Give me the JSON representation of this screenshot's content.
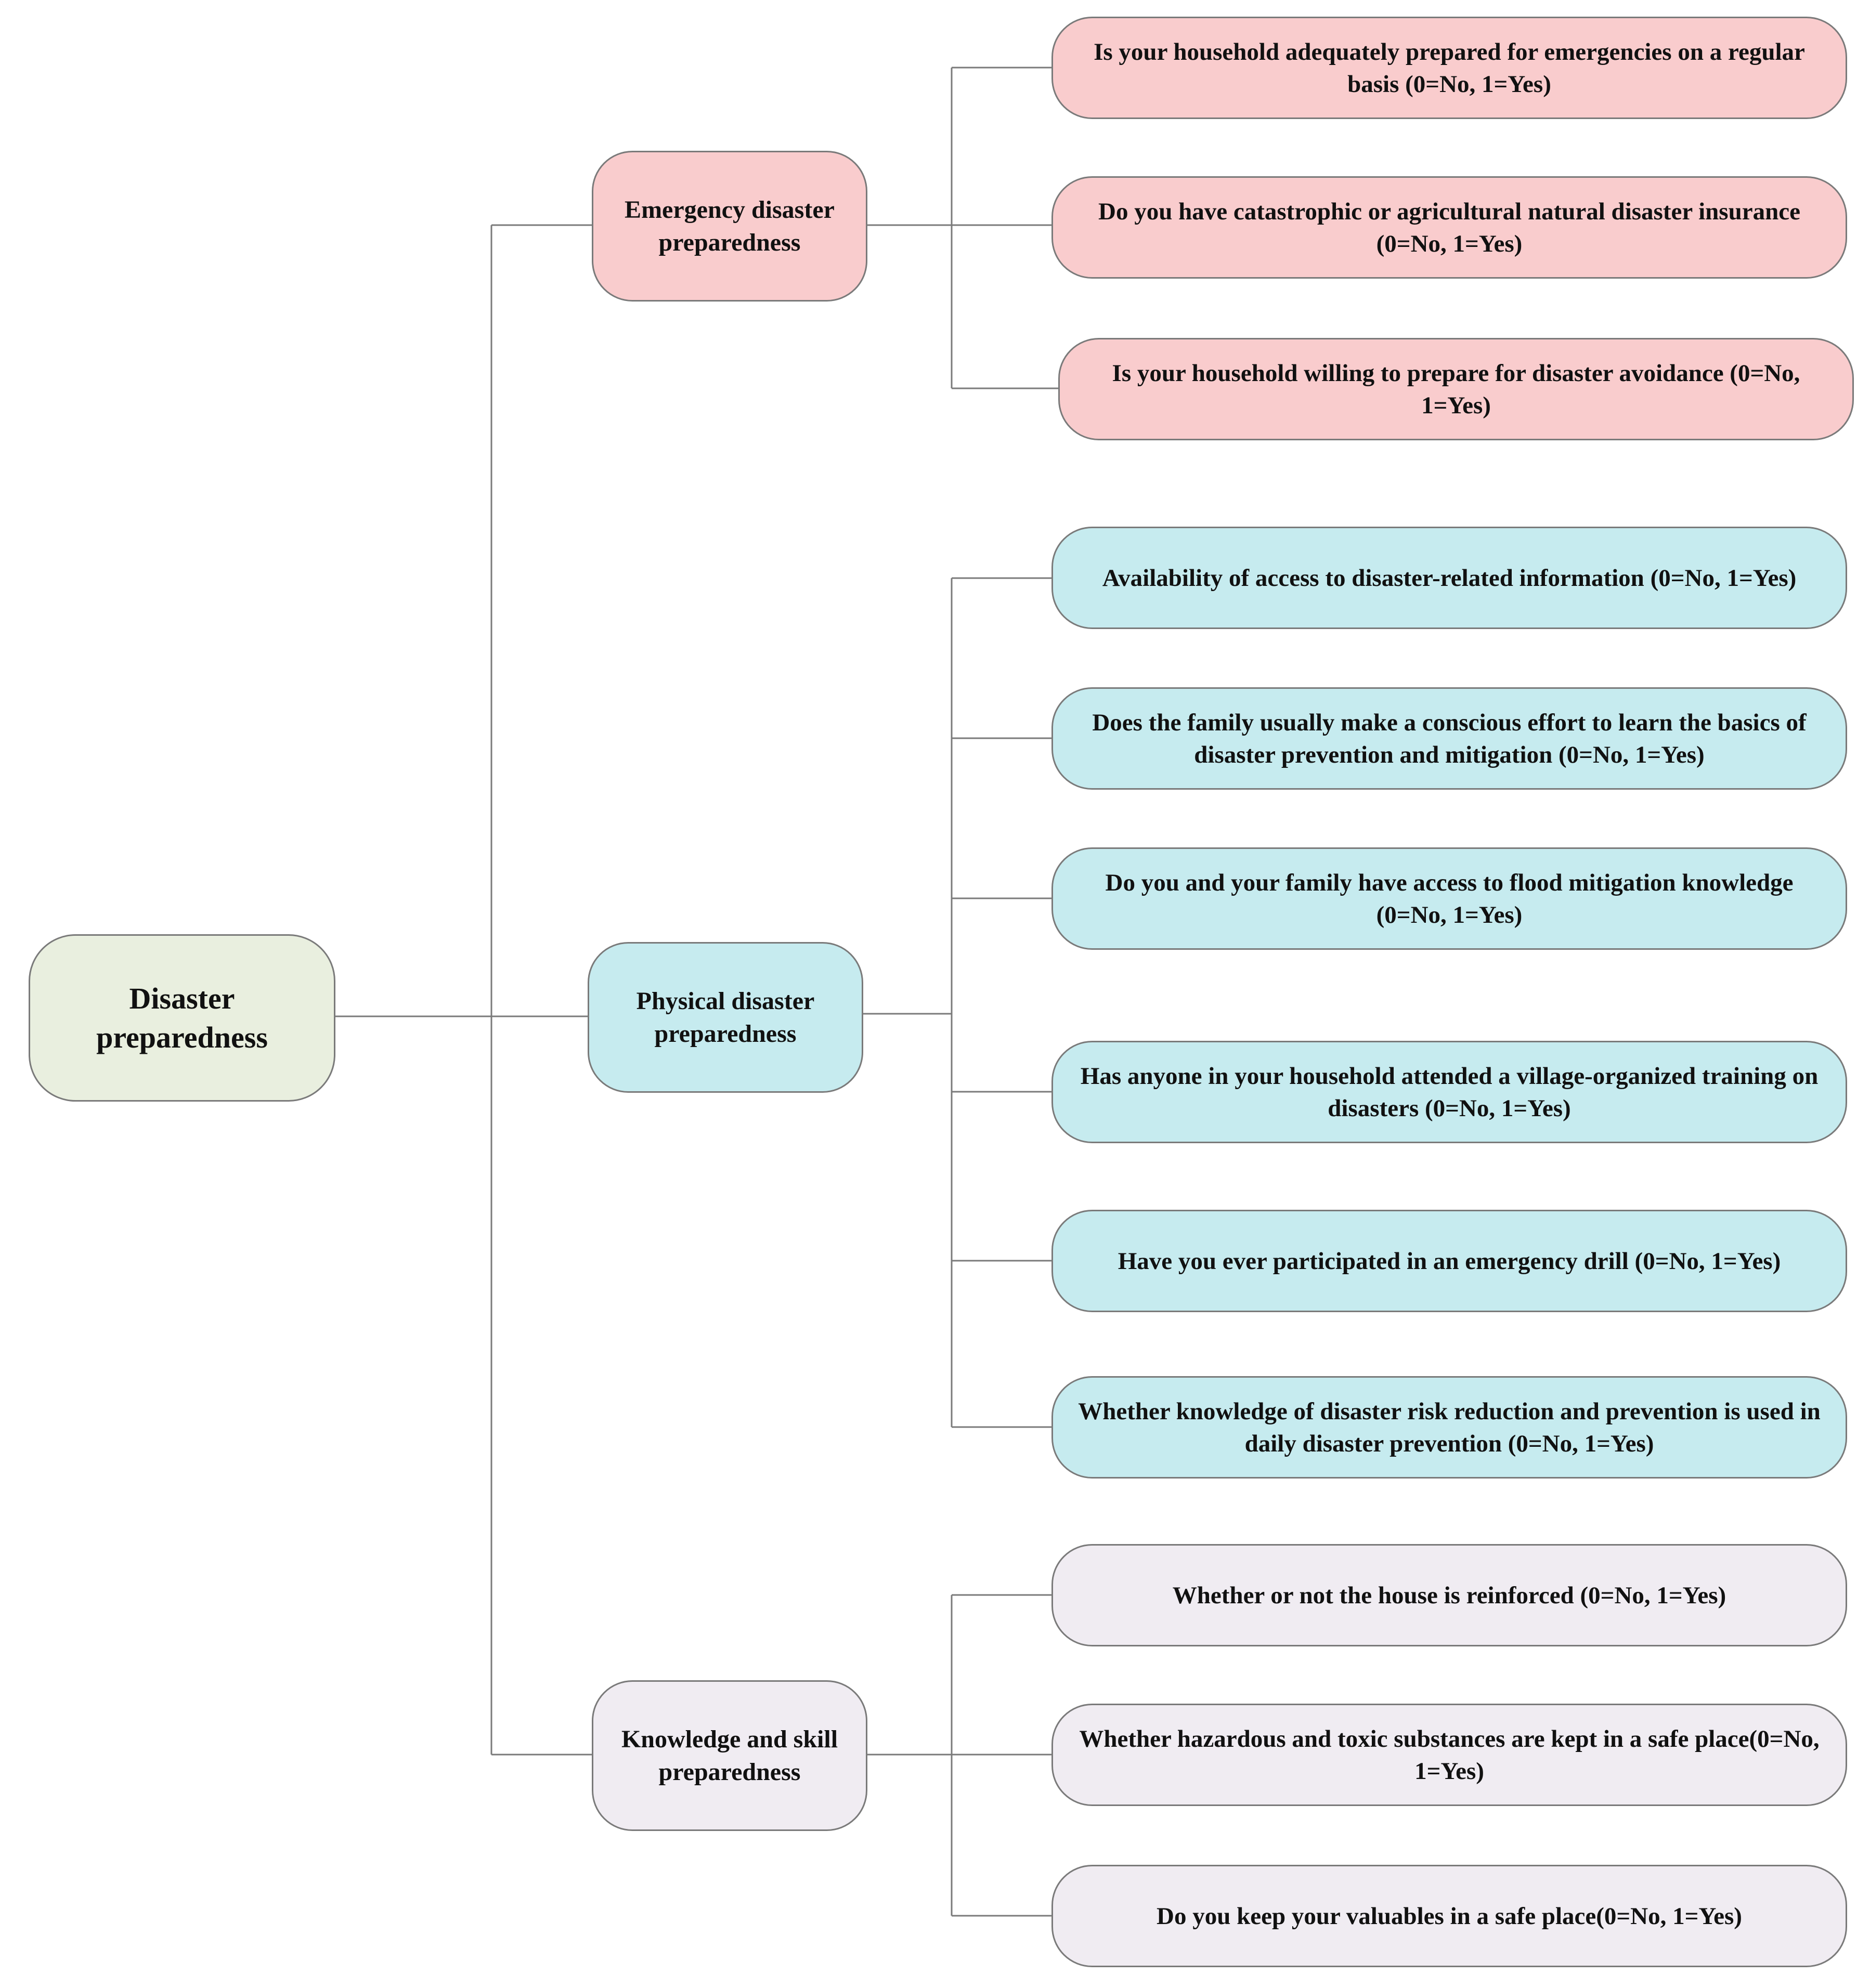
{
  "root": {
    "label": "Disaster preparedness"
  },
  "colors": {
    "root_fill": "#e9efdf",
    "emergency_fill": "#f9cccd",
    "physical_fill": "#c6ebef",
    "knowledge_fill": "#f0ecf2",
    "line": "#7a7a7a"
  },
  "categories": [
    {
      "label": "Emergency disaster preparedness",
      "items": [
        "Is your household adequately prepared for emergencies on a regular basis (0=No, 1=Yes)",
        "Do you have catastrophic or agricultural natural disaster insurance (0=No, 1=Yes)",
        "Is your household willing to prepare for disaster avoidance (0=No, 1=Yes)"
      ]
    },
    {
      "label": "Physical disaster preparedness",
      "items": [
        "Availability of access to disaster-related information (0=No, 1=Yes)",
        "Does the family usually make a conscious effort to learn the basics of disaster prevention and mitigation (0=No, 1=Yes)",
        "Do you and your family have access to flood mitigation knowledge (0=No, 1=Yes)",
        "Has anyone in your household attended a village-organized training on disasters (0=No, 1=Yes)",
        "Have you ever participated in an emergency drill (0=No, 1=Yes)",
        "Whether knowledge of disaster risk reduction and prevention is used in daily disaster prevention (0=No, 1=Yes)"
      ]
    },
    {
      "label": "Knowledge and skill preparedness",
      "items": [
        "Whether or not the house is reinforced (0=No, 1=Yes)",
        "Whether hazardous and toxic substances are kept in a safe place(0=No, 1=Yes)",
        "Do you keep your valuables in a safe place(0=No, 1=Yes)"
      ]
    }
  ]
}
